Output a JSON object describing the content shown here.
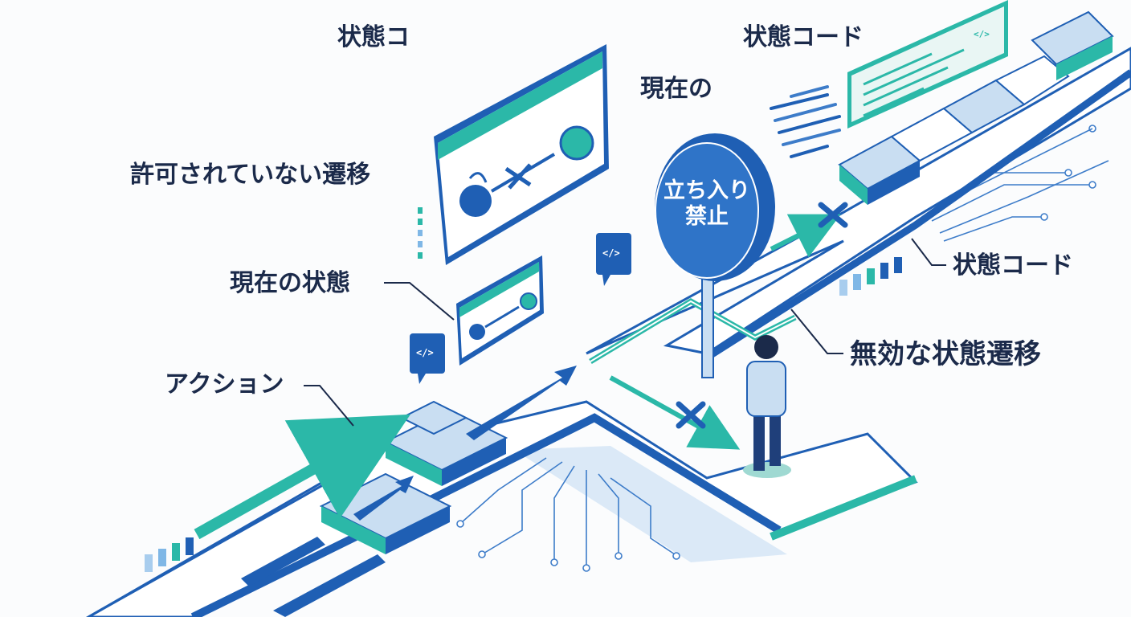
{
  "labels": {
    "top_left": "状態コ",
    "top_right": "状態コード",
    "current_short": "現在の",
    "disallowed_transition": "許可されていない遷移",
    "current_state": "現在の状態",
    "state_code_right": "状態コード",
    "invalid_transition": "無効な状態遷移",
    "action": "アクション"
  },
  "sign": {
    "line1": "立ち入り",
    "line2": "禁止"
  },
  "code_bubbles": [
    "</>",
    "</>",
    "</>"
  ],
  "colors": {
    "dark_blue": "#1f5fb4",
    "teal": "#2bb8a8",
    "light_blue": "#c9def2",
    "navy_text": "#1b2a4a"
  }
}
